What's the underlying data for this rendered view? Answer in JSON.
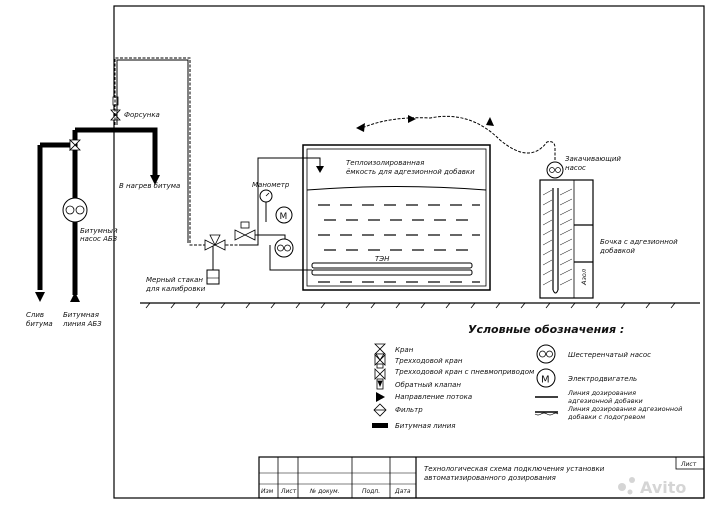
{
  "labels": {
    "nozzle": "Форсунка",
    "to_bitumen_tank": "В нагрев битума",
    "bitumen_pump": [
      "Битумный",
      "насос АБЗ"
    ],
    "bitumen_drain": [
      "Слив",
      "битума"
    ],
    "bitumen_line": [
      "Битумная",
      "линия АБЗ"
    ],
    "measuring_cup": [
      "Мерный стакан",
      "для калибровки"
    ],
    "manometer": "Манометр",
    "tank": [
      "Теплоизолированная",
      "ёмкость для адгезионной добавки"
    ],
    "heater": "ТЭН",
    "fill_pump": [
      "Закачивающий",
      "насос"
    ],
    "barrel": [
      "Бочка с адгезионной",
      "добавкой"
    ],
    "barrel_text": "Азол"
  },
  "legend": {
    "title": "Условные обозначения :",
    "items": [
      "Кран",
      "Трехходовой кран",
      "Трехходовой кран с пневмоприводом",
      "Обратный клапан",
      "Направление потока",
      "Фильтр",
      "Битумная линия",
      "Шестеренчатый насос",
      "Электродвигатель",
      "Линия дозирования адгезионной добавки",
      "Линия дозирования адгезионной добавки с подогревом"
    ]
  },
  "title_block": {
    "columns": [
      "Изм",
      "Лист",
      "№ докум.",
      "Подп.",
      "Дата"
    ],
    "title": [
      "Технологическая схема подключения установки",
      "автоматизированного дозирования"
    ],
    "sheet": "Лист"
  },
  "watermark": "Avito"
}
